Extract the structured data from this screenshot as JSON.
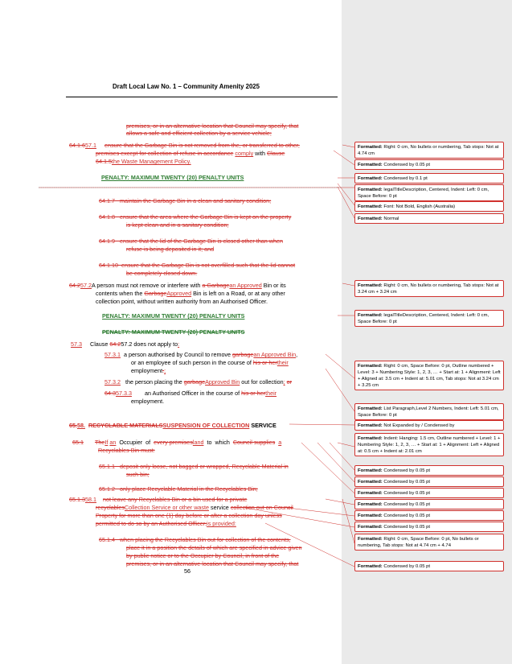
{
  "header": {
    "title": "Draft Local Law No. 1 – Community Amenity 2025"
  },
  "page_number": "56",
  "body": {
    "l01": "premises, or in an alternative location that Council may specify, that",
    "l02": "allows a safe and efficient collection by a service vehicle;",
    "p641_num_del": "64.1.6",
    "p641_num_ins": "57.1",
    "p641_a": "ensure that the Garbage Bin is not removed from the, or transferred to other,",
    "p641_b1": "premises except for collection of refuse in accordance",
    "p641_b2": "comply",
    "p641_b3": "with",
    "p641_b4": "Clause",
    "p641_c1": "64.1.5",
    "p641_c2": "the Waste Management Policy.",
    "penalty1": "PENALTY: MAXIMUM TWENTY (20) PENALTY UNITS",
    "p6417_num": "64.1.7",
    "p6417": "maintain the Garbage Bin in a clean and sanitary condition;",
    "p6418_num": "64.1.8",
    "p6418_a": "ensure that the area where the Garbage Bin is kept on the property",
    "p6418_b": "is kept clean and in a sanitary condition;",
    "p6419_num": "64.1.9",
    "p6419_a": "ensure that the lid of the Garbage Bin is closed other than when",
    "p6419_b": "refuse is being deposited in it; and",
    "p64110_num": "64.1.10",
    "p64110_a": "ensure that the Garbage Bin is not overfilled such that the lid cannot",
    "p64110_b": "be completely closed down.",
    "p642_num_del": "64.2",
    "p642_num_ins": "57.2",
    "p642_a1": "A person must not remove or interfere with",
    "p642_a2": "a Garbage",
    "p642_a3": "an Approved",
    "p642_a4": "Bin or its",
    "p642_b1": "contents when the",
    "p642_b2": "Garbage",
    "p642_b3": "Approved",
    "p642_b4": "Bin is left on a Road, or at any other",
    "p642_c": "collection point, without written authority from an Authorised Officer.",
    "penalty2": "PENALTY: MAXIMUM TWENTY (20) PENALTY UNITS",
    "penalty3": "PENALTY: MAXIMUM TWENTY (20) PENALTY UNITS",
    "p573_num": "57.3",
    "p573_1": "Clause",
    "p573_2": "64.2",
    "p573_3": "57.2 does not apply to",
    "p573_4": ":",
    "p5731_num": "57.3.1",
    "p5731_a1": "a person authorised by Council to remove",
    "p5731_a2": "garbage",
    "p5731_a3": "an Approved Bin",
    "p5731_a4": ",",
    "p5731_b1": "or an employee of such person in the course of",
    "p5731_b2": "his or her",
    "p5731_b3": "their",
    "p5731_c1": "employment",
    "p5731_c2": ".",
    "p5731_c3": ";",
    "p5732_num": "57.3.2",
    "p5732_1": "the person placing the",
    "p5732_2": "garbage",
    "p5732_3": "Approved Bin",
    "p5732_4": "out for collection",
    "p5732_5": ";",
    "p5732_6": "or",
    "p5733_num_del": "64.3",
    "p5733_num_ins": "57.3.3",
    "p5733_a1": "an Authorised Officer in the course of",
    "p5733_a2": "his or her",
    "p5733_a3": "their",
    "p5733_b": "employment.",
    "h65_num_del": "65.",
    "h65_num_ins": "58.",
    "h65_del": "RECYCLABLE MATERIALS",
    "h65_ins": "SUSPENSION OF COLLECTION",
    "h65_keep": " SERVICE",
    "p651_num": "65.1",
    "p651_a1": "The",
    "p651_a2": "If",
    "p651_a3": "an",
    "p651_a4": "Occupier",
    "p651_a5": "of",
    "p651_a6": "every premises",
    "p651_a7": "land",
    "p651_a8": "to",
    "p651_a9": "which",
    "p651_a10": "Council supplies",
    "p651_a11": "a",
    "p651_b": "Recyclables Bin must:",
    "p6511_num": "65.1.1",
    "p6511_a": "deposit only loose, not bagged or wrapped, Recyclable Material in",
    "p6511_b": "such bin;",
    "p6512_num": "65.1.2",
    "p6512": "only place Recyclable Material in the Recyclables Bin;",
    "p6513_num_del": "65.1.3",
    "p6513_num_ins": "58.1",
    "p6513_a": "not leave any Recyclables Bin or a bin used for a private",
    "p6513_b1": "recyclables",
    "p6513_b2": "Collection Service or other waste",
    "p6513_b3": "service",
    "p6513_b4": "collection out on Council",
    "p6513_c": "Property for more than one (1) day before or after a collection day unless",
    "p6513_d1": "permitted to do so by an Authorised Officer;",
    "p6513_d2": "is provided:",
    "p6514_num": "65.1.4",
    "p6514_a": "when placing the Recyclables Bin out for collection of the contents,",
    "p6514_b": "place it in a position the details of which are specified in advice given",
    "p6514_c": "by public notice or to the Occupier by Council, in front of the",
    "p6514_d": "premises, or in an alternative location that Council may specify, that"
  },
  "balloons": [
    {
      "label": "Formatted:",
      "text": "Right:  0 cm,  No bullets or numbering, Tab stops: Not at  4.74 cm"
    },
    {
      "label": "Formatted:",
      "text": "Condensed by  0.05 pt"
    },
    {
      "label": "Formatted:",
      "text": "Condensed by  0.1 pt"
    },
    {
      "label": "Formatted:",
      "text": "legalTitleDescription, Centered, Indent: Left:  0 cm, Space Before:  0 pt"
    },
    {
      "label": "Formatted:",
      "text": "Font: Not Bold, English (Australia)"
    },
    {
      "label": "Formatted:",
      "text": "Normal"
    },
    {
      "label": "Formatted:",
      "text": "Right:  0 cm,  No bullets or numbering, Tab stops: Not at  3.24 cm +  3.24 cm"
    },
    {
      "label": "Formatted:",
      "text": "legalTitleDescription, Centered, Indent: Left:  0 cm, Space Before:  0 pt"
    },
    {
      "label": "Formatted:",
      "text": "Right:  0 cm, Space Before:  0 pt, Outline numbered + Level: 3 + Numbering Style: 1, 2, 3, … + Start at: 1 + Alignment: Left + Aligned at:  3.5 cm + Indent at:  5.01 cm, Tab stops: Not at  3.24 cm +  3.25 cm"
    },
    {
      "label": "Formatted:",
      "text": "List Paragraph,Level 2 Numbers, Indent: Left:  5.01 cm, Space Before:  0 pt"
    },
    {
      "label": "Formatted:",
      "text": "Not Expanded by / Condensed by"
    },
    {
      "label": "Formatted:",
      "text": "Indent: Hanging:  1.5 cm, Outline numbered + Level: 1 + Numbering Style: 1, 2, 3, … + Start at: 1 + Alignment: Left + Aligned at:  0.5 cm + Indent at:  2.01 cm"
    },
    {
      "label": "Formatted:",
      "text": "Condensed by  0.05 pt"
    },
    {
      "label": "Formatted:",
      "text": "Condensed by  0.05 pt"
    },
    {
      "label": "Formatted:",
      "text": "Condensed by  0.05 pt"
    },
    {
      "label": "Formatted:",
      "text": "Condensed by  0.05 pt"
    },
    {
      "label": "Formatted:",
      "text": "Condensed by  0.05 pt"
    },
    {
      "label": "Formatted:",
      "text": "Condensed by  0.05 pt"
    },
    {
      "label": "Formatted:",
      "text": "Right:  0 cm, Space Before:  0 pt,  No bullets or numbering, Tab stops: Not at  4.74 cm +  4.74"
    },
    {
      "label": "Formatted:",
      "text": "Condensed by  0.05 pt"
    }
  ]
}
